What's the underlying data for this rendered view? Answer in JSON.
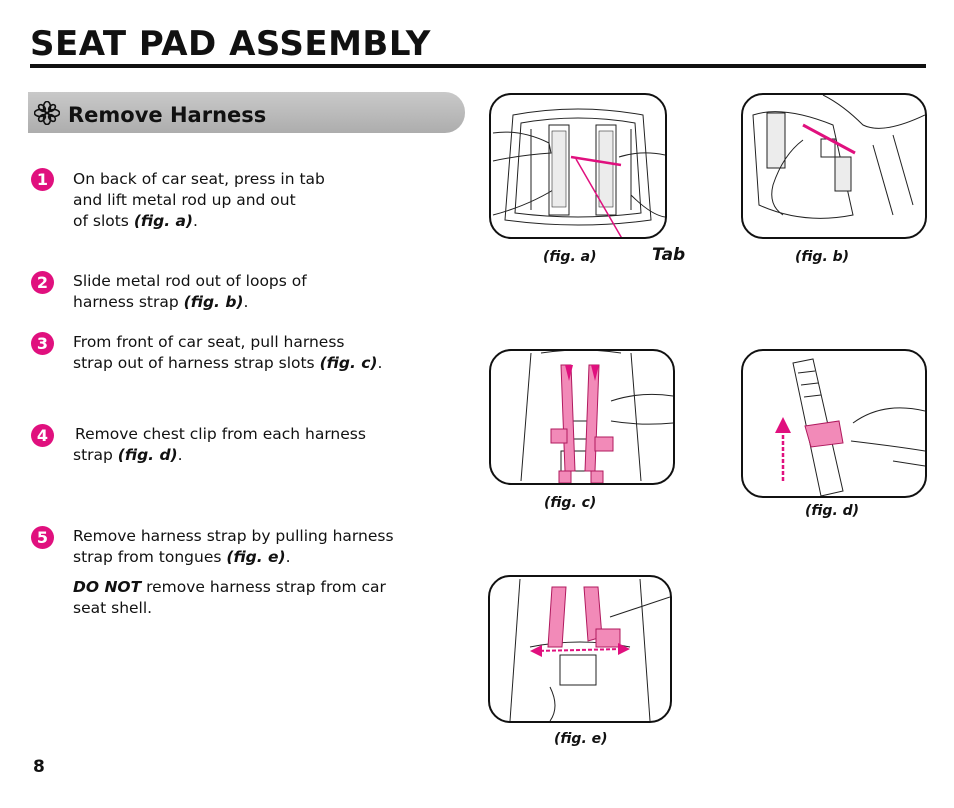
{
  "page": {
    "title": "SEAT PAD ASSEMBLY",
    "page_number": "8"
  },
  "section": {
    "title": "Remove Harness",
    "icon": "flower-bullet-icon"
  },
  "steps": [
    {
      "number": "1",
      "lines": [
        "On back of car seat, press in tab",
        "and lift metal rod up and out"
      ],
      "last_prefix": "of slots ",
      "ref": "(fig. a)",
      "suffix": "."
    },
    {
      "number": "2",
      "lines": [
        "Slide metal rod out of loops of"
      ],
      "last_prefix": "harness strap ",
      "ref": "(fig. b)",
      "suffix": "."
    },
    {
      "number": "3",
      "lines": [
        "From front of car seat, pull harness"
      ],
      "last_prefix": "strap out of harness strap slots ",
      "ref": "(fig. c)",
      "suffix": "."
    },
    {
      "number": "4",
      "lines": [
        "Remove chest clip from each harness"
      ],
      "last_prefix": "strap ",
      "ref": "(fig. d)",
      "suffix": "."
    },
    {
      "number": "5",
      "lines": [
        "Remove harness strap by pulling harness"
      ],
      "last_prefix": "strap from tongues ",
      "ref": "(fig. e)",
      "suffix": "."
    }
  ],
  "note": {
    "emphasis": "DO NOT",
    "line1_rest": " remove harness strap from car",
    "line2": "seat shell."
  },
  "figures": {
    "a": {
      "caption": "(fig. a)",
      "callout": "Tab"
    },
    "b": {
      "caption": "(fig. b)"
    },
    "c": {
      "caption": "(fig. c)"
    },
    "d": {
      "caption": "(fig. d)"
    },
    "e": {
      "caption": "(fig. e)"
    }
  },
  "colors": {
    "accent": "#e0107e",
    "strap_pink": "#f28ab8",
    "banner": "#bdbdbd"
  }
}
